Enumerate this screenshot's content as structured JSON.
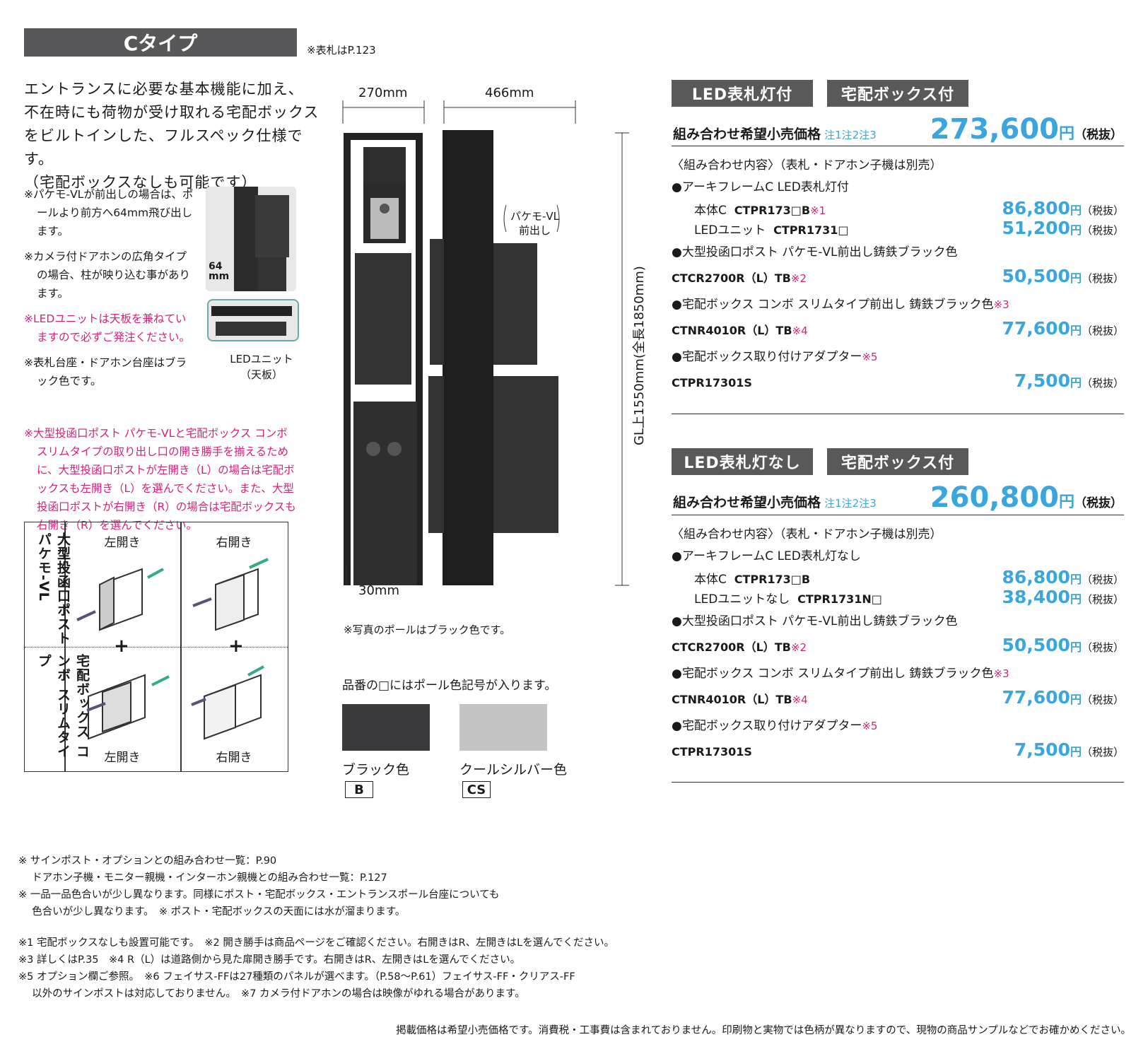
{
  "header": {
    "title": "Cタイプ",
    "ref_note": "※表札はP.123"
  },
  "intro": {
    "lines": [
      "エントランスに必要な基本機能に加え、",
      "不在時にも荷物が受け取れる宅配ボックス",
      "をビルトインした、フルスペック仕様です。",
      "（宅配ボックスなしも可能です）"
    ]
  },
  "notes": [
    {
      "text": "※パケモ-VLが前出しの場合は、ポールより前方へ64mm飛び出します。",
      "pink": false
    },
    {
      "text": "※カメラ付ドアホンの広角タイプの場合、柱が映り込む事があります。",
      "pink": false
    },
    {
      "text": "※LEDユニットは天板を兼ねていますので必ずご発注ください。",
      "pink": true
    },
    {
      "text": "※表札台座・ドアホン台座はブラック色です。",
      "pink": false
    },
    {
      "text": "※大型投函口ポスト パケモ-VLと宅配ボックス コンボ スリムタイプの取り出し口の開き勝手を揃えるために、大型投函口ポストが左開き（L）の場合は宅配ボックスも左開き（L）を選んでください。また、大型投函口ポストが右開き（R）の場合は宅配ボックスも右開き（R）を選んでください。",
      "pink": true
    }
  ],
  "inset": {
    "dim": "64",
    "unit": "mm",
    "led_label_1": "LEDユニット",
    "led_label_2": "（天板）"
  },
  "dims": {
    "w1": "270mm",
    "w2": "466mm",
    "base": "30mm",
    "height": "GL上1550mm(全長1850mm)",
    "callout_1": "パケモ-VL",
    "callout_2": "前出し"
  },
  "photo_note": "※写真のポールはブラック色です。",
  "table": {
    "row1_label": "大型投函口ポスト パケモ-VL",
    "row2_label": "宅配ボックス コンボ スリムタイプ",
    "left_open": "左開き",
    "right_open": "右開き",
    "plus": "+"
  },
  "colors": {
    "intro": "品番の□にはポール色記号が入ります。",
    "items": [
      {
        "name": "ブラック色",
        "code": "B",
        "hex": "#3a3a3c"
      },
      {
        "name": "クールシルバー色",
        "code": "CS",
        "hex": "#c4c4c4"
      }
    ]
  },
  "sets": [
    {
      "tags": [
        "LED表札灯付",
        "宅配ボックス付"
      ],
      "price_label": "組み合わせ希望小売価格",
      "price_note": "注1注2注3",
      "total": "273,600",
      "yen": "円",
      "tax": "（税抜）",
      "contents": "〈組み合わせ内容〉（表札・ドアホン子機は別売）",
      "items": [
        {
          "title": "●アーキフレームC LED表札灯付",
          "rows": [
            {
              "label": "本体C",
              "code": "CTPR173□B",
              "mark": "※1",
              "price": "86,800"
            },
            {
              "label": "LEDユニット",
              "code": "CTPR1731□",
              "mark": "",
              "price": "51,200"
            }
          ]
        },
        {
          "title": "●大型投函口ポスト パケモ-VL前出し鋳鉄ブラック色",
          "title_mark": "",
          "rows": [
            {
              "label": "",
              "code": "CTCR2700R（L）TB",
              "mark": "※2",
              "price": "50,500"
            }
          ]
        },
        {
          "title": "●宅配ボックス コンボ スリムタイプ前出し 鋳鉄ブラック色",
          "title_mark": "※3",
          "rows": [
            {
              "label": "",
              "code": "CTNR4010R（L）TB",
              "mark": "※4",
              "price": "77,600"
            }
          ]
        },
        {
          "title": "●宅配ボックス取り付けアダプター",
          "title_mark": "※5",
          "rows": [
            {
              "label": "",
              "code": "CTPR17301S",
              "mark": "",
              "price": "7,500"
            }
          ]
        }
      ]
    },
    {
      "tags": [
        "LED表札灯なし",
        "宅配ボックス付"
      ],
      "price_label": "組み合わせ希望小売価格",
      "price_note": "注1注2注3",
      "total": "260,800",
      "yen": "円",
      "tax": "（税抜）",
      "contents": "〈組み合わせ内容〉（表札・ドアホン子機は別売）",
      "items": [
        {
          "title": "●アーキフレームC LED表札灯なし",
          "rows": [
            {
              "label": "本体C",
              "code": "CTPR173□B",
              "mark": "",
              "price": "86,800"
            },
            {
              "label": "LEDユニットなし",
              "code": "CTPR1731N□",
              "mark": "",
              "price": "38,400"
            }
          ]
        },
        {
          "title": "●大型投函口ポスト パケモ-VL前出し鋳鉄ブラック色",
          "title_mark": "",
          "rows": [
            {
              "label": "",
              "code": "CTCR2700R（L）TB",
              "mark": "※2",
              "price": "50,500"
            }
          ]
        },
        {
          "title": "●宅配ボックス コンボ スリムタイプ前出し 鋳鉄ブラック色",
          "title_mark": "※3",
          "rows": [
            {
              "label": "",
              "code": "CTNR4010R（L）TB",
              "mark": "※4",
              "price": "77,600"
            }
          ]
        },
        {
          "title": "●宅配ボックス取り付けアダプター",
          "title_mark": "※5",
          "rows": [
            {
              "label": "",
              "code": "CTPR17301S",
              "mark": "",
              "price": "7,500"
            }
          ]
        }
      ]
    }
  ],
  "footer": {
    "lines": [
      "※ サインポスト・オプションとの組み合わせ一覧：P.90",
      "　 ドアホン子機・モニター親機・インターホン親機との組み合わせ一覧：P.127",
      "※ 一品一品色合いが少し異なります。同様にポスト・宅配ボックス・エントランスポール台座についても",
      "　 色合いが少し異なります。　※ ポスト・宅配ボックスの天面には水が溜まります。"
    ],
    "notes": [
      "※1 宅配ボックスなしも設置可能です。　※2 開き勝手は商品ページをご確認ください。右開きはR、左開きはLを選んでください。",
      "※3 詳しくはP.35　※4 R（L）は道路側から見た扉開き勝手です。右開きはR、左開きはLを選んでください。",
      "※5 オプション欄ご参照。　※6 フェイサス-FFは27種類のパネルが選べます。（P.58～P.61）フェイサス-FF・クリアス-FF",
      "　 以外のサインポストは対応しておりません。　※7 カメラ付ドアホンの場合は映像がゆれる場合があります。"
    ],
    "disclaimer": "掲載価格は希望小売価格です。消費税・工事費は含まれておりません。印刷物と実物では色柄が異なりますので、現物の商品サンプルなどでお確かめください。"
  }
}
